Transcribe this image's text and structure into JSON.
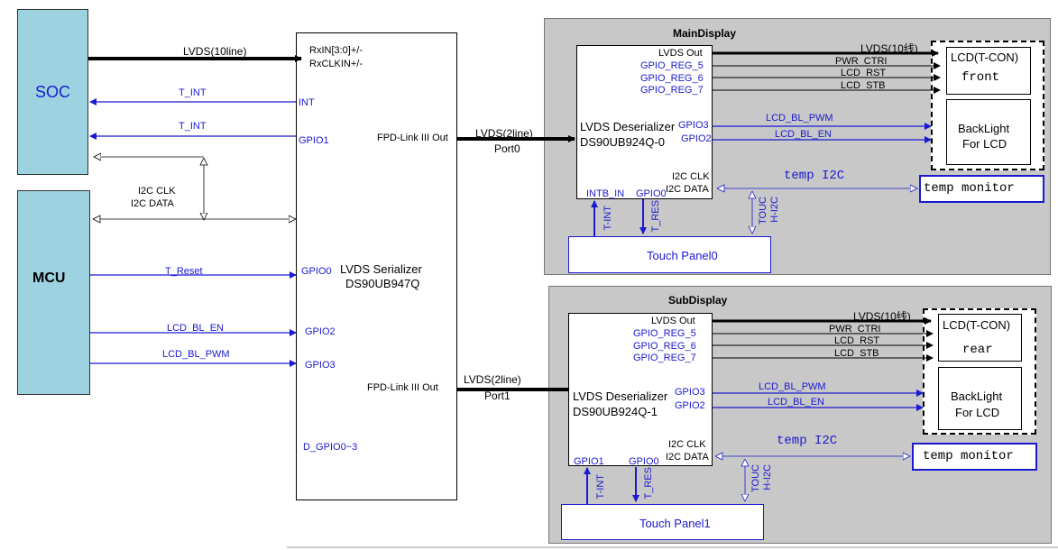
{
  "colors": {
    "soc_fill": "#9dd3e0",
    "panel_fill": "#c8c8c8",
    "signal_blue": "#1a1ad0",
    "wire_black": "#000000"
  },
  "blocks": {
    "soc": "SOC",
    "mcu": "MCU",
    "serializer_line1": "LVDS Serializer",
    "serializer_line2": "DS90UB947Q",
    "main_display_title": "MainDisplay",
    "sub_display_title": "SubDisplay",
    "deser0_line1": "LVDS Deserializer",
    "deser0_line2": "DS90UB924Q-0",
    "deser1_line1": "LVDS Deserializer",
    "deser1_line2": "DS90UB924Q-1",
    "lcd_front_title": "LCD(T-CON)",
    "lcd_front_sub": "front",
    "lcd_rear_title": "LCD(T-CON)",
    "lcd_rear_sub": "rear",
    "backlight_line1": "BackLight",
    "backlight_line2": "For LCD",
    "temp_monitor": "temp monitor",
    "touch_panel0": "Touch Panel0",
    "touch_panel1": "Touch Panel1"
  },
  "serializer_pins": {
    "rxin": "RxIN[3:0]+/-",
    "rxclkin": "RxCLKIN+/-",
    "int": "INT",
    "gpio1": "GPIO1",
    "gpio0": "GPIO0",
    "gpio2": "GPIO2",
    "gpio3": "GPIO3",
    "fpd_out": "FPD-Link III Out",
    "d_gpio": "D_GPIO0~3"
  },
  "left_signals": {
    "lvds_10": "LVDS(10line)",
    "t_int": "T_INT",
    "i2c_clk": "I2C CLK",
    "i2c_data": "I2C DATA",
    "t_reset": "T_Reset",
    "lcd_bl_en": "LCD_BL_EN",
    "lcd_bl_pwm": "LCD_BL_PWM"
  },
  "links": {
    "lvds_2line": "LVDS(2line)",
    "port0": "Port0",
    "port1": "Port1"
  },
  "deser_pins": {
    "lvds_out": "LVDS Out",
    "gpio_reg_5": "GPIO_REG_5",
    "gpio_reg_6": "GPIO_REG_6",
    "gpio_reg_7": "GPIO_REG_7",
    "gpio3": "GPIO3",
    "gpio2": "GPIO2",
    "i2c_clk": "I2C CLK",
    "i2c_data": "I2C DATA",
    "intb_in": "INTB_IN",
    "gpio0": "GPIO0",
    "gpio1": "GPIO1"
  },
  "right_signals": {
    "lvds_10_cn": "LVDS(10线)",
    "pwr_ctri": "PWR_CTRI",
    "lcd_rst": "LCD_RST",
    "lcd_stb": "LCD_STB",
    "lcd_bl_pwm": "LCD_BL_PWM",
    "lcd_bl_en": "LCD_BL_EN",
    "temp_i2c": "temp I2C",
    "t_int": "T-INT",
    "t_res": "T_RES",
    "touch_i2c_a": "TOUC",
    "touch_i2c_b": "H-I2C"
  }
}
